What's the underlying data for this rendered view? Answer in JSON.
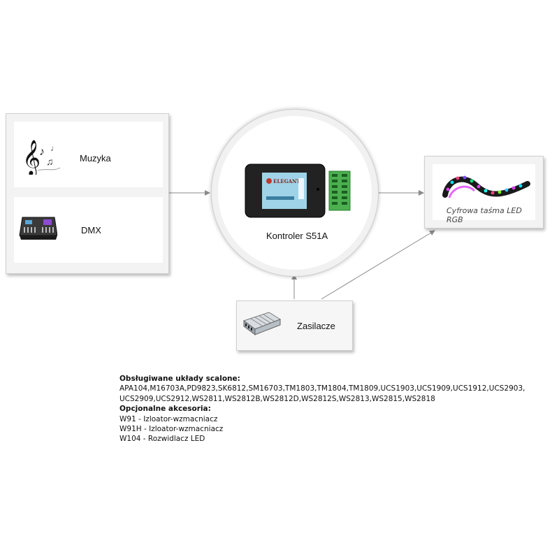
{
  "inputs": {
    "music_label": "Muzyka",
    "dmx_label": "DMX"
  },
  "controller": {
    "label": "Kontroler S51A",
    "brand_text": "ELEGANT"
  },
  "output": {
    "caption": "Cyfrowa taśma LED RGB"
  },
  "power": {
    "label": "Zasilacze"
  },
  "info": {
    "supported_heading": "Obsługiwane układy scalone:",
    "supported_line1": "APA104,M16703A,PD9823,SK6812,SM16703,TM1803,TM1804,TM1809,UCS1903,UCS1909,UCS1912,UCS2903,",
    "supported_line2": "UCS2909,UCS2912,WS2811,WS2812B,WS2812D,WS2812S,WS2813,WS2815,WS2818",
    "accessories_heading": "Opcjonalne akcesoria:",
    "accessories": [
      "W91 - Izloator-wzmacniacz",
      "W91H - Izloator-wzmacniacz",
      "W104 - Rozwidlacz LED"
    ]
  },
  "colors": {
    "panel_bg": "#f3f3f3",
    "line": "#8a8a8a",
    "terminal_green": "#4caf50"
  }
}
